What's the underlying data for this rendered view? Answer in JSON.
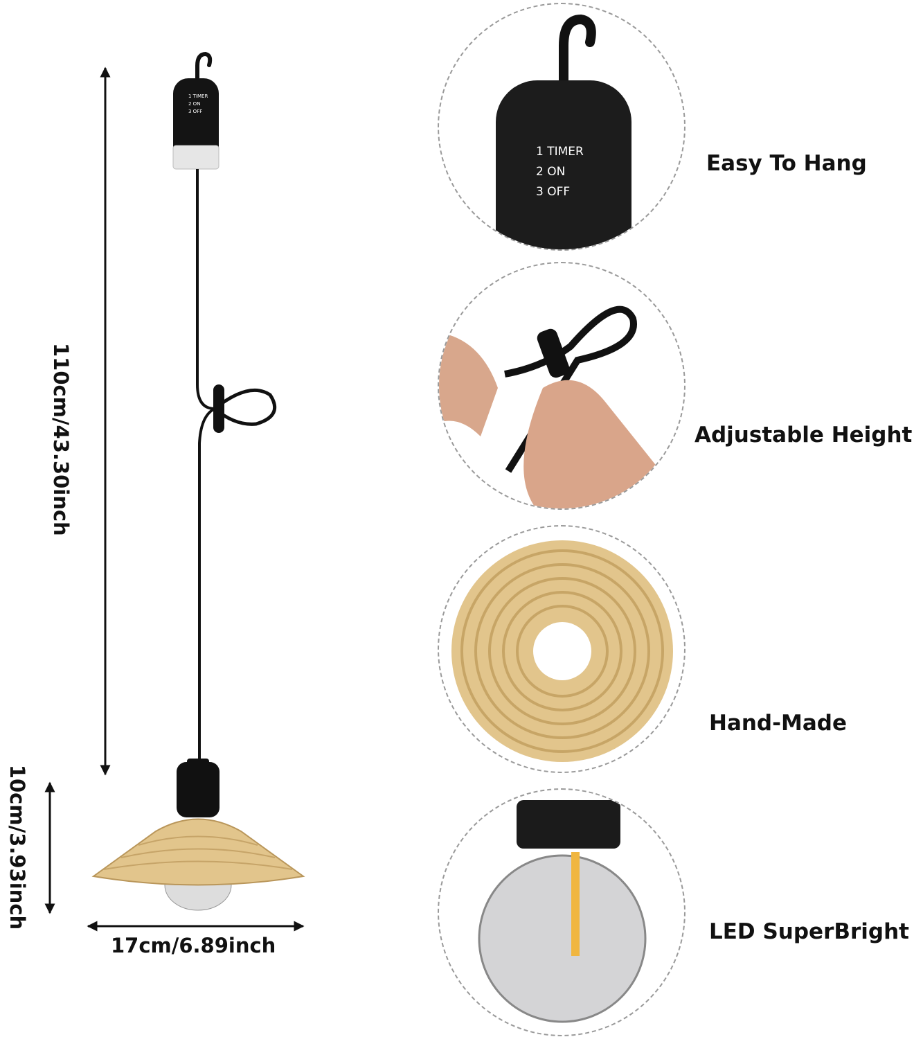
{
  "dimensions": {
    "cord_length": "110cm/43.30inch",
    "shade_height": "10cm/3.93inch",
    "shade_width": "17cm/6.89inch"
  },
  "battery_box": {
    "modes": [
      "1 TIMER",
      "2 ON",
      "3 OFF"
    ]
  },
  "features": [
    {
      "label": "Easy To Hang",
      "icon": "hook-battery-box"
    },
    {
      "label": "Adjustable Height",
      "icon": "cord-loop"
    },
    {
      "label": "Hand-Made",
      "icon": "rattan-weave"
    },
    {
      "label": "LED SuperBright",
      "icon": "led-bulb"
    }
  ],
  "colors": {
    "rattan": "#e2c58c",
    "black": "#111111",
    "circle_border": "#9a9a9a"
  }
}
